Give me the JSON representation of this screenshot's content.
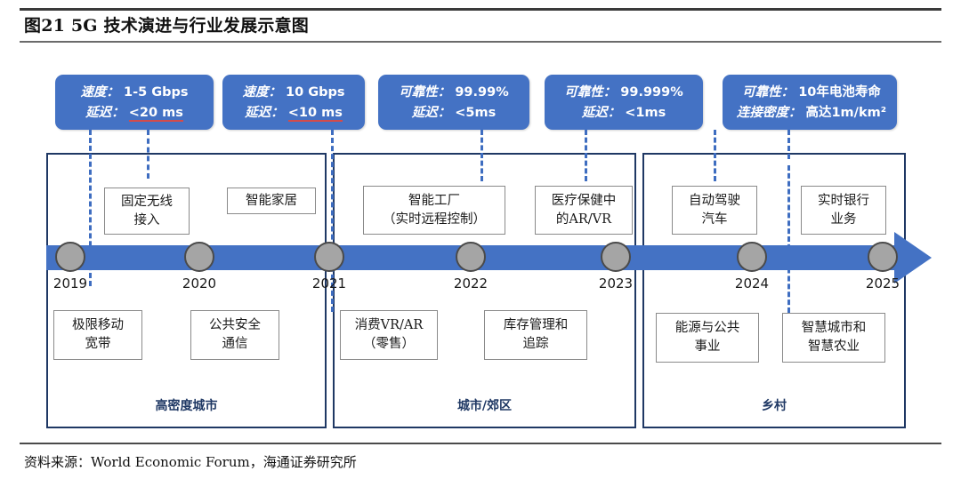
{
  "title": "图21 5G 技术演进与行业发展示意图",
  "source": "资料来源：World Economic Forum，海通证券研究所",
  "colors": {
    "accent_blue": "#4472C4",
    "panel_border_navy": "#1F3864",
    "dash_blue": "#3E6DC0",
    "marker_gray": "#A5A5A6",
    "underline_red": "#D24B4B"
  },
  "callouts": [
    {
      "line1_label": "速度：",
      "line1_value": "1-5 Gbps",
      "line2_label": "延迟：",
      "line2_value": "<20 ms",
      "value2_underlined": "ms"
    },
    {
      "line1_label": "速度：",
      "line1_value": "10 Gbps",
      "line2_label": "延迟：",
      "line2_value": "<10 ms",
      "value2_underlined": "ms"
    },
    {
      "line1_label": "可靠性：",
      "line1_value": "99.99%",
      "line2_label": "延迟：",
      "line2_value": "<5ms",
      "value2_underlined": ""
    },
    {
      "line1_label": "可靠性：",
      "line1_value": "99.999%",
      "line2_label": "延迟：",
      "line2_value": "<1ms",
      "value2_underlined": ""
    },
    {
      "line1_label": "可靠性：",
      "line1_value": "10年电池寿命",
      "line2_label": "连接密度：",
      "line2_value": "高达1m/km²",
      "value2_underlined": ""
    }
  ],
  "timeline": {
    "years": [
      "2019",
      "2020",
      "2021",
      "2022",
      "2023",
      "2024",
      "2025"
    ]
  },
  "zones": [
    {
      "label": "高密度城市"
    },
    {
      "label": "城市/郊区"
    },
    {
      "label": "乡村"
    }
  ],
  "apps_above": [
    {
      "lines": [
        "固定无线",
        "接入"
      ]
    },
    {
      "lines": [
        "智能家居"
      ]
    },
    {
      "lines": [
        "智能工厂",
        "（实时远程控制）"
      ]
    },
    {
      "lines": [
        "医疗保健中",
        "的AR/VR"
      ]
    },
    {
      "lines": [
        "自动驾驶",
        "汽车"
      ]
    },
    {
      "lines": [
        "实时银行",
        "业务"
      ]
    }
  ],
  "apps_below": [
    {
      "lines": [
        "极限移动",
        "宽带"
      ]
    },
    {
      "lines": [
        "公共安全",
        "通信"
      ]
    },
    {
      "lines": [
        "消费VR/AR",
        "（零售）"
      ]
    },
    {
      "lines": [
        "库存管理和",
        "追踪"
      ]
    },
    {
      "lines": [
        "能源与公共",
        "事业"
      ]
    },
    {
      "lines": [
        "智慧城市和",
        "智慧农业"
      ]
    }
  ]
}
